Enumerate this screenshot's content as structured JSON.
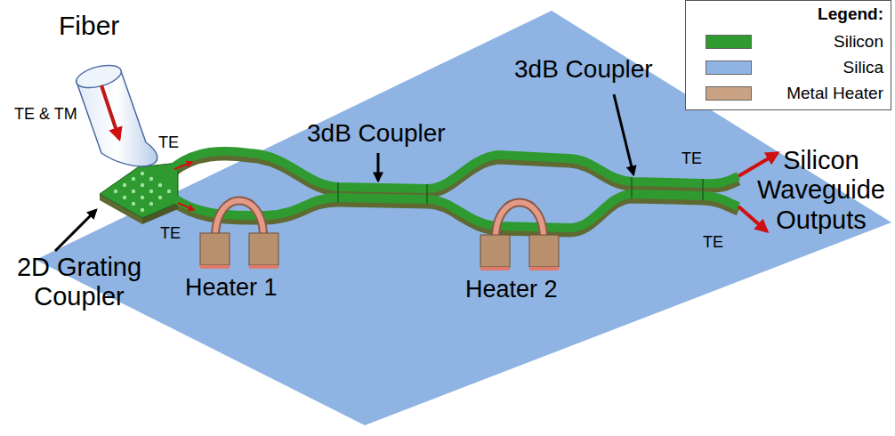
{
  "diagram": {
    "labels": [
      "Fiber",
      "TE & TM",
      "TE",
      "TE",
      "3dB Coupler",
      "3dB Coupler",
      "TE",
      "TE",
      "Silicon Waveguide Outputs",
      "2D Grating Coupler",
      "Heater 1",
      "Heater 2",
      "Legend:"
    ],
    "legend": [
      {
        "text": "Silicon",
        "color": "#2f9a2f"
      },
      {
        "text": "Silica",
        "color": "#8fb4e3"
      },
      {
        "text": "Metal Heater",
        "color": "#c8a282"
      }
    ]
  }
}
